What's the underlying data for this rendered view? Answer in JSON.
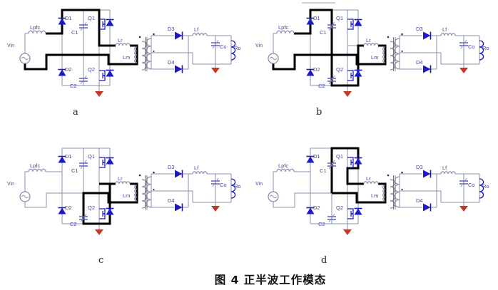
{
  "figure": {
    "caption": "图 4  正半波工作模态",
    "subfigure_labels": [
      "a",
      "b",
      "c",
      "d"
    ],
    "component_labels": {
      "vin": "Vin",
      "lpfc": "Lpfc",
      "d1": "D1",
      "q1": "Q1",
      "c1": "C1",
      "d2": "D2",
      "q2": "Q2",
      "c2": "C2",
      "lr": "Lr",
      "lm": "Lm",
      "d3": "D3",
      "d4": "D4",
      "lf": "Lf",
      "co": "Co",
      "ro": "Ro"
    },
    "subfigures": [
      {
        "label": "a",
        "highlighted_path": "Vin, Lpfc, D1, top rail, Q1, Lr, Lm, return"
      },
      {
        "label": "b",
        "highlighted_path": "Vin, Lpfc, D1, C1, C2, Q2 antiparallel diode, Lr, Lm, return"
      },
      {
        "label": "c",
        "highlighted_path": "tank loop: Lr, Lm, C2, Q2 leg"
      },
      {
        "label": "d",
        "highlighted_path": "tank loop: C1, Q1 antiparallel diode, Lr, Lm"
      }
    ],
    "colors": {
      "wire": "#8a8fae",
      "device_blue": "#1a1ac8",
      "label_blue": "#4040b0",
      "ground_red": "#c0392b",
      "bold_path": "#000000",
      "background": "#ffffff",
      "core_gray": "#777777"
    }
  }
}
